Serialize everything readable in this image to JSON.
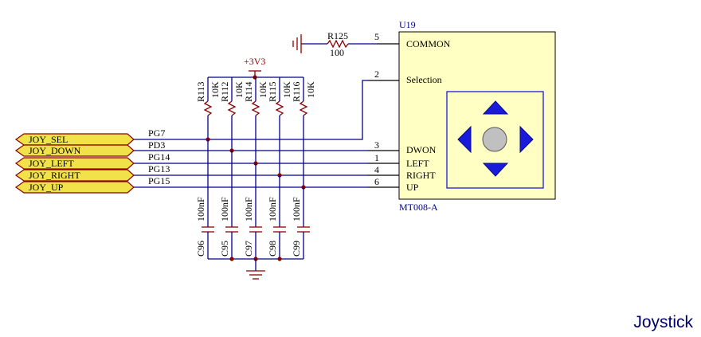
{
  "title": "Joystick",
  "supply_label": "+3V3",
  "ic": {
    "ref": "U19",
    "part": "MT008-A",
    "pins": [
      {
        "num": "5",
        "name": "COMMON"
      },
      {
        "num": "2",
        "name": "Selection"
      },
      {
        "num": "3",
        "name": "DWON"
      },
      {
        "num": "1",
        "name": "LEFT"
      },
      {
        "num": "4",
        "name": "RIGHT"
      },
      {
        "num": "6",
        "name": "UP"
      }
    ]
  },
  "r125": {
    "ref": "R125",
    "value": "100"
  },
  "ports": [
    {
      "name": "JOY_SEL",
      "net": "PG7"
    },
    {
      "name": "JOY_DOWN",
      "net": "PD3"
    },
    {
      "name": "JOY_LEFT",
      "net": "PG14"
    },
    {
      "name": "JOY_RIGHT",
      "net": "PG13"
    },
    {
      "name": "JOY_UP",
      "net": "PG15"
    }
  ],
  "resistors": [
    {
      "ref": "R113",
      "value": "10K"
    },
    {
      "ref": "R112",
      "value": "10K"
    },
    {
      "ref": "R114",
      "value": "10K"
    },
    {
      "ref": "R115",
      "value": "10K"
    },
    {
      "ref": "R116",
      "value": "10K"
    }
  ],
  "capacitors": [
    {
      "ref": "C96",
      "value": "100nF"
    },
    {
      "ref": "C95",
      "value": "100nF"
    },
    {
      "ref": "C97",
      "value": "100nF"
    },
    {
      "ref": "C98",
      "value": "100nF"
    },
    {
      "ref": "C99",
      "value": "100nF"
    }
  ],
  "colors": {
    "wire": "#00008b",
    "component": "#8b0000",
    "ic_fill": "#ffffc4",
    "port_fill": "#f2e24a",
    "arrow": "#1a1adb"
  }
}
